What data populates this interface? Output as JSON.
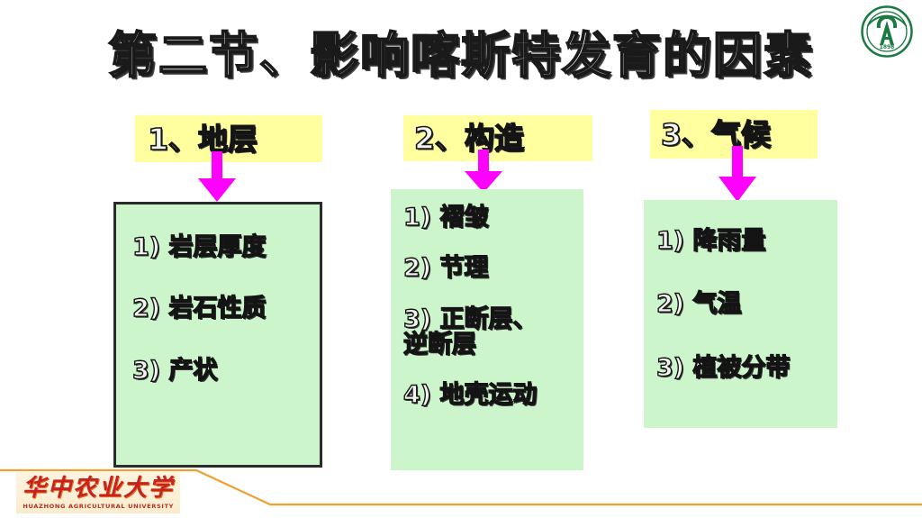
{
  "slide": {
    "title": "第二节、影响喀斯特发育的因素",
    "background_color": "#ffffff"
  },
  "colors": {
    "header_highlight": "#ffffa0",
    "box_fill": "#ccf5cc",
    "box_border": "#2b2b2b",
    "arrow": "#ff00ff",
    "footer_line": "#f0a030",
    "logo_red": "#c62222",
    "emblem_green": "#1a7a42"
  },
  "emblem": {
    "name": "huazhong-agricultural-university-seal",
    "year": "1898",
    "monogram": "HA"
  },
  "columns": [
    {
      "header": "1、地层",
      "arrow": "down-arrow-icon",
      "bordered": true,
      "items": [
        "1) 岩层厚度",
        "2) 岩石性质",
        "3) 产状"
      ]
    },
    {
      "header": "2、构造",
      "arrow": "down-arrow-icon",
      "bordered": false,
      "items": [
        "1) 褶皱",
        "2) 节理",
        "3) 正断层、\n    逆断层",
        "4) 地壳运动"
      ]
    },
    {
      "header": "3、气候",
      "arrow": "down-arrow-icon",
      "bordered": false,
      "items": [
        "1) 降雨量",
        "2) 气温",
        "3) 植被分带"
      ]
    }
  ],
  "footer": {
    "logo_cn": "华中农业大学",
    "logo_en": "HUAZHONG AGRICULTURAL UNIVERSITY"
  }
}
